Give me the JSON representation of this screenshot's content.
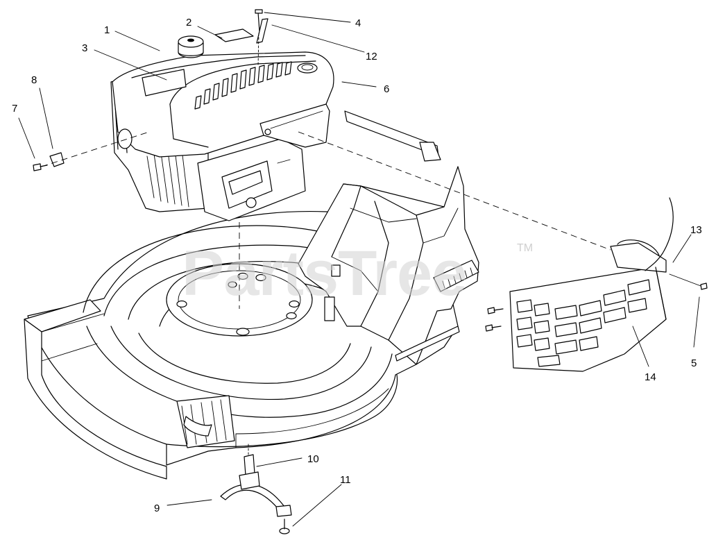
{
  "diagram": {
    "watermark": {
      "text": "PartsTree",
      "trademark": "TM"
    },
    "callouts": [
      {
        "id": "c1",
        "label": "1"
      },
      {
        "id": "c2",
        "label": "2"
      },
      {
        "id": "c3",
        "label": "3"
      },
      {
        "id": "c4",
        "label": "4"
      },
      {
        "id": "c5",
        "label": "5"
      },
      {
        "id": "c6",
        "label": "6"
      },
      {
        "id": "c7",
        "label": "7"
      },
      {
        "id": "c8",
        "label": "8"
      },
      {
        "id": "c9",
        "label": "9"
      },
      {
        "id": "c10",
        "label": "10"
      },
      {
        "id": "c11",
        "label": "11"
      },
      {
        "id": "c12",
        "label": "12"
      },
      {
        "id": "c13",
        "label": "13"
      },
      {
        "id": "c14",
        "label": "14"
      }
    ]
  }
}
